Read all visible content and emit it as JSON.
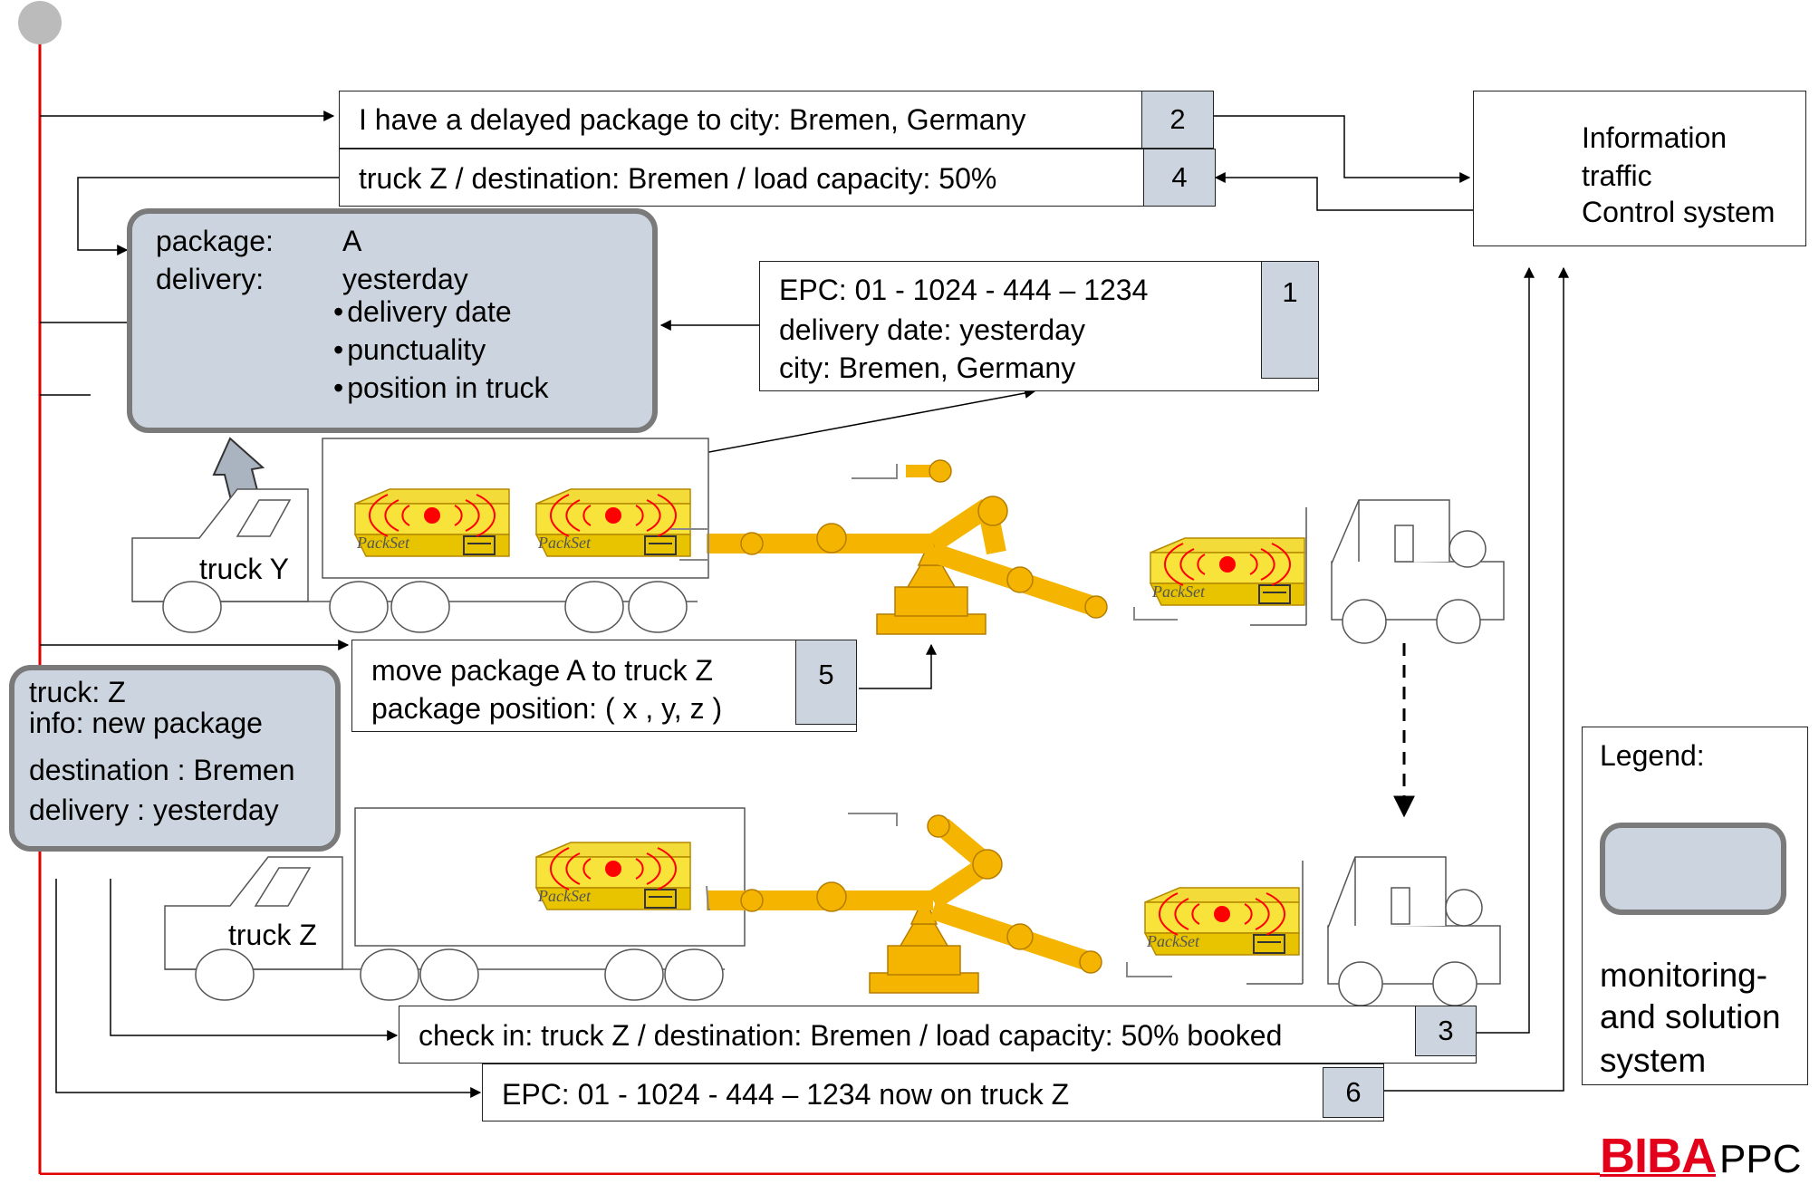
{
  "messages": {
    "m2": {
      "text": "I have a delayed package to city: Bremen, Germany",
      "num": "2"
    },
    "m4": {
      "text": "truck Z / destination: Bremen / load capacity: 50%",
      "num": "4"
    },
    "m1": {
      "lines": [
        "EPC: 01 - 1024 - 444 – 1234",
        "delivery date: yesterday",
        "city: Bremen, Germany"
      ],
      "num": "1"
    },
    "m5": {
      "lines": [
        "move package A to truck Z",
        "package position: ( x , y, z )"
      ],
      "num": "5"
    },
    "m3": {
      "text": "check in: truck Z / destination: Bremen / load capacity: 50% booked",
      "num": "3"
    },
    "m6": {
      "text": "EPC: 01 - 1024 - 444 – 1234 now on truck Z",
      "num": "6"
    }
  },
  "info_system": {
    "lines": [
      "Information",
      "traffic",
      "Control system"
    ]
  },
  "monitor_top": {
    "package_label": "package:",
    "package_value": "A",
    "delivery_label": "delivery:",
    "delivery_value": "yesterday",
    "bullets": [
      "delivery date",
      "punctuality",
      "position in truck"
    ]
  },
  "monitor_left": {
    "lines": [
      "truck: Z",
      "info: new package",
      "destination : Bremen",
      "delivery : yesterday"
    ]
  },
  "trucks": {
    "y": "truck Y",
    "z": "truck Z"
  },
  "legend": {
    "title": "Legend:",
    "desc": [
      "monitoring-",
      "and solution",
      "system"
    ]
  },
  "logo": {
    "brand": "BIBA",
    "suffix": "PPC"
  },
  "packages": {
    "label": "PackSet"
  },
  "colors": {
    "timeline": "#e00000",
    "monitor_fill": "#ccd5df",
    "monitor_border": "#7a7a7a",
    "robot": "#f5b400",
    "package": "#e8c400",
    "rfid": "#ff0000"
  }
}
